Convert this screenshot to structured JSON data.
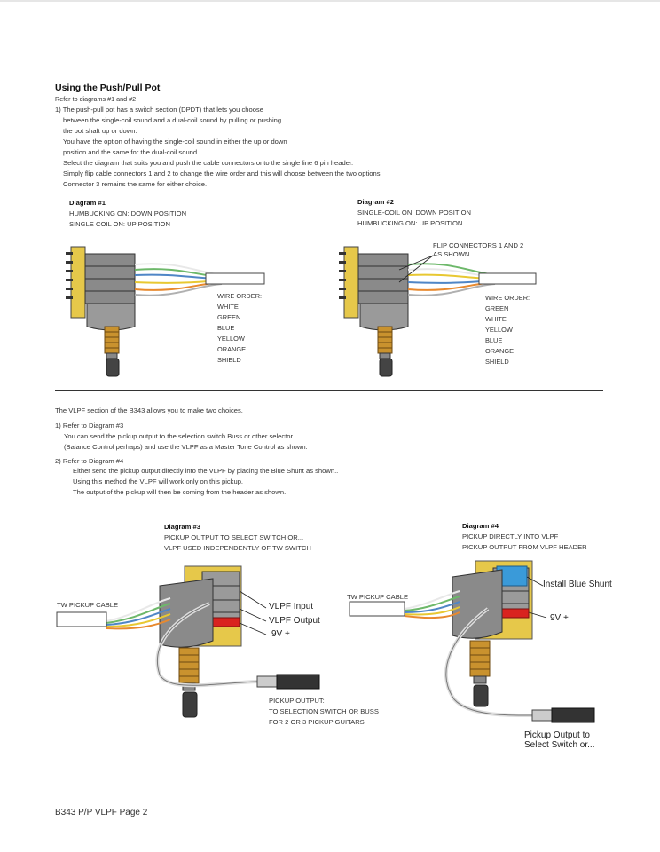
{
  "section1": {
    "title": "Using the Push/Pull Pot",
    "refer": "Refer to diagrams #1 and #2",
    "lines": [
      "1) The push-pull pot has a switch section (DPDT) that lets you choose",
      "between the single-coil sound and a dual-coil sound by pulling or pushing",
      "the pot shaft up or down.",
      "You have the option of having the single-coil sound in either the up or down",
      "position and the same for the dual-coil sound.",
      "Select the diagram that suits you and push the cable connectors onto the single line 6 pin header.",
      "Simply flip cable connectors 1 and 2 to change the wire order and this will choose between the two options.",
      "Connector 3 remains the same for either choice."
    ]
  },
  "diagram1": {
    "title": "Diagram #1",
    "line1": "HUMBUCKING ON: DOWN POSITION",
    "line2": "SINGLE COIL ON: UP POSITION",
    "wire_order_label": "WIRE ORDER:",
    "wires": [
      "WHITE",
      "GREEN",
      "BLUE",
      "YELLOW",
      "ORANGE",
      "SHIELD"
    ]
  },
  "diagram2": {
    "title": "Diagram #2",
    "line1": "SINGLE-COIL ON: DOWN POSITION",
    "line2": "HUMBUCKING ON: UP POSITION",
    "flip_note_1": "FLIP CONNECTORS 1 AND 2",
    "flip_note_2": "AS SHOWN",
    "wire_order_label": "WIRE ORDER:",
    "wires": [
      "GREEN",
      "WHITE",
      "YELLOW",
      "BLUE",
      "ORANGE",
      "SHIELD"
    ]
  },
  "section2": {
    "intro": "The VLPF section of the B343 allows you to make two choices.",
    "choice1_head": "1) Refer to Diagram #3",
    "choice1_lines": [
      "You can send the pickup output to the selection switch Buss or other selector",
      "(Balance Control perhaps) and use the VLPF as a Master Tone Control as shown."
    ],
    "choice2_head": "2) Refer to Diagram #4",
    "choice2_lines": [
      "Either send the pickup output directly into the VLPF by placing the Blue Shunt as shown..",
      "Using this method the VLPF will work only on this pickup.",
      "The output of the pickup will then be coming from the header as shown."
    ]
  },
  "diagram3": {
    "title": "Diagram #3",
    "line1": "PICKUP OUTPUT TO SELECT SWITCH OR...",
    "line2": "VLPF USED INDEPENDENTLY OF TW SWITCH",
    "cable_label": "TW PICKUP CABLE",
    "vlpf_input": "VLPF Input",
    "vlpf_output": "VLPF Output",
    "nine_volt": "9V +",
    "output_1": "PICKUP OUTPUT:",
    "output_2": "TO SELECTION SWITCH OR BUSS",
    "output_3": "FOR 2 OR 3 PICKUP GUITARS"
  },
  "diagram4": {
    "title": "Diagram #4",
    "line1": "PICKUP DIRECTLY INTO VLPF",
    "line2": "PICKUP OUTPUT FROM VLPF HEADER",
    "cable_label": "TW PICKUP CABLE",
    "shunt_label": "Install Blue Shunt",
    "nine_volt": "9V +",
    "output_1": "Pickup Output to",
    "output_2": "Select Switch or..."
  },
  "footer": {
    "page_label": "B343 P/P VLPF Page 2"
  },
  "colors": {
    "wire_white": "#e8e8e8",
    "wire_green": "#6db86a",
    "wire_blue": "#4f86c6",
    "wire_yellow": "#e8c832",
    "wire_orange": "#e8892e",
    "board_yellow": "#e6c84a",
    "pot_gray": "#8a8a8a",
    "brass": "#c9922e",
    "shunt_blue": "#3a9ad9",
    "nine_volt_red": "#d9231f"
  }
}
